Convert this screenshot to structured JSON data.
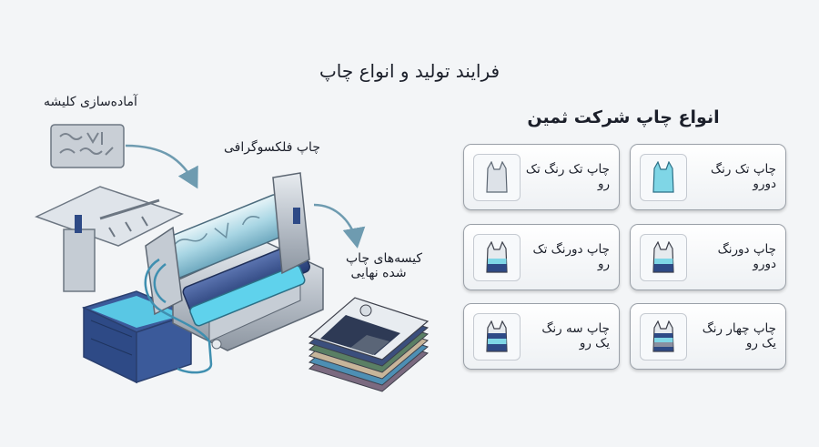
{
  "title": "فرایند تولید و انواع چاپ",
  "process": {
    "plate_label": "آماده‌سازی کلیشه",
    "flexo_label": "چاپ فلکسوگرافی",
    "bags_label_line1": "کیسه‌های چاپ",
    "bags_label_line2": "شده نهایی"
  },
  "types": {
    "title": "انواع چاپ شرکت ثمین",
    "items": [
      {
        "label": "چاپ تک رنگ دورو",
        "bag_icon": "bag-cyan-icon"
      },
      {
        "label": "چاپ تک رنگ تک رو",
        "bag_icon": "bag-gray-icon"
      },
      {
        "label": "چاپ دورنگ دورو",
        "bag_icon": "bag-two-color-icon"
      },
      {
        "label": "چاپ دورنگ تک رو",
        "bag_icon": "bag-two-color-icon"
      },
      {
        "label": "چاپ چهار رنگ یک رو",
        "bag_icon": "bag-four-color-icon"
      },
      {
        "label": "چاپ سه رنگ یک رو",
        "bag_icon": "bag-three-color-icon"
      }
    ]
  },
  "colors": {
    "cyan": "#7fd6e6",
    "navy": "#2e4a86",
    "steel": "#b9c0c9",
    "text": "#1b1f2a"
  }
}
